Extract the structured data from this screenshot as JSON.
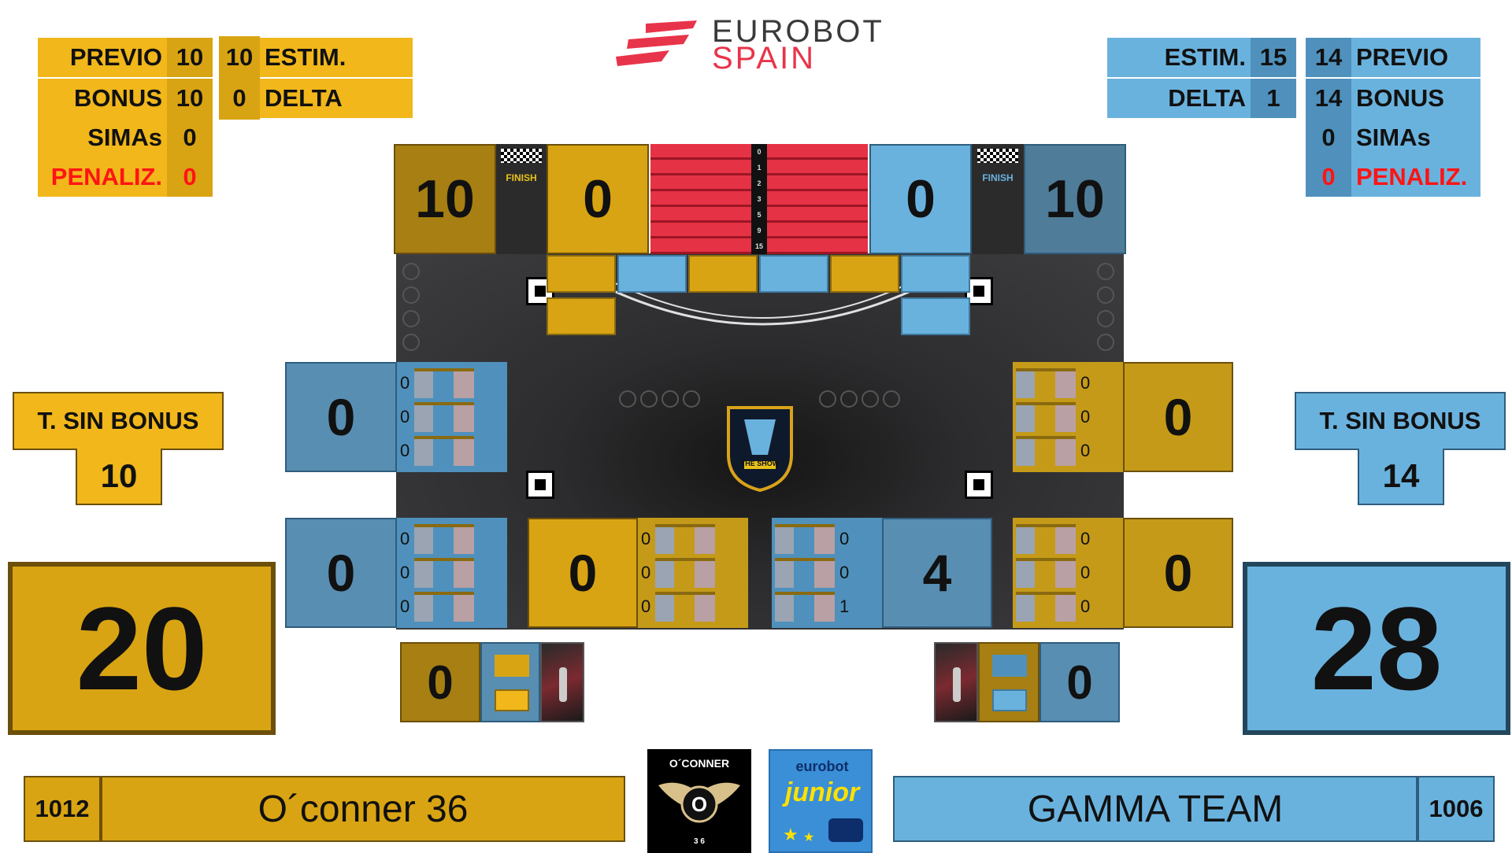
{
  "logo": {
    "line1": "EUROBOT",
    "line2": "SPAIN"
  },
  "yellow": {
    "stats": {
      "previo_label": "PREVIO",
      "previo": "10",
      "estim": "10",
      "estim_label": "ESTIM.",
      "bonus_label": "BONUS",
      "bonus": "10",
      "delta": "0",
      "delta_label": "DELTA",
      "simas_label": "SIMAs",
      "simas": "0",
      "penal_label": "PENALIZ.",
      "penal": "0"
    },
    "sin_bonus_label": "T. SIN BONUS",
    "sin_bonus": "10",
    "total": "20",
    "backstage": "10",
    "pit": "0",
    "team_number": "1012",
    "team_name": "O´conner 36",
    "team_logo": {
      "top": "O´CONNER",
      "letter": "O",
      "bottom": "3 6"
    },
    "zone_mid_left": {
      "score": "0",
      "levels": [
        "0",
        "0",
        "0"
      ]
    },
    "zone_bottom_left": {
      "score": "0",
      "levels": [
        "0",
        "0",
        "0"
      ]
    },
    "zone_bottom_mid": {
      "score": "0",
      "levels": [
        "0",
        "0",
        "0"
      ]
    },
    "banner_score": "0"
  },
  "blue": {
    "stats": {
      "estim_label": "ESTIM.",
      "estim": "15",
      "previo": "14",
      "previo_label": "PREVIO",
      "delta_label": "DELTA",
      "delta": "1",
      "bonus": "14",
      "bonus_label": "BONUS",
      "simas": "0",
      "simas_label": "SIMAs",
      "penal": "0",
      "penal_label": "PENALIZ."
    },
    "sin_bonus_label": "T. SIN BONUS",
    "sin_bonus": "14",
    "total": "28",
    "backstage": "10",
    "pit": "0",
    "team_number": "1006",
    "team_name": "GAMMA TEAM",
    "team_logo": {
      "top": "eurobot",
      "word": "junior"
    },
    "zone_mid_right": {
      "score": "0",
      "levels": [
        "0",
        "0",
        "0"
      ]
    },
    "zone_bottom_right": {
      "score": "0",
      "levels": [
        "0",
        "0",
        "0"
      ]
    },
    "zone_bottom_mid": {
      "score": "4",
      "levels": [
        "0",
        "0",
        "1"
      ]
    },
    "banner_score": "0"
  },
  "ruler": [
    "0",
    "1",
    "2",
    "3",
    "5",
    "9",
    "15"
  ],
  "finish_label": "FINISH",
  "center_logo_text": "THE SHOW",
  "colors": {
    "yellow": "#f1b71b",
    "blue": "#6ab2de",
    "red_text": "#ff1414",
    "logo_red": "#e8344a"
  }
}
